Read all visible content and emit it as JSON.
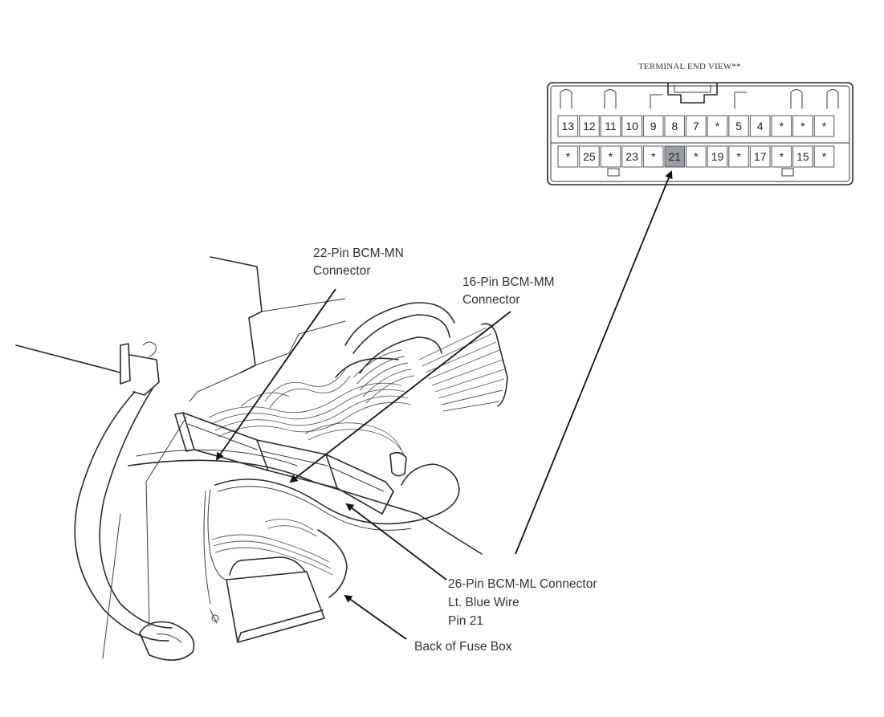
{
  "terminal_view": {
    "title": "TERMINAL END VIEW**",
    "highlight_pin": "21",
    "top_row": [
      "13",
      "12",
      "11",
      "10",
      "9",
      "8",
      "7",
      "*",
      "5",
      "4",
      "*",
      "*",
      "*"
    ],
    "bottom_row": [
      "*",
      "25",
      "*",
      "23",
      "*",
      "21",
      "*",
      "19",
      "*",
      "17",
      "*",
      "15",
      "*"
    ]
  },
  "callouts": {
    "bcm_mn": [
      "22-Pin BCM-MN",
      "Connector"
    ],
    "bcm_mm": [
      "16-Pin BCM-MM",
      "Connector"
    ],
    "bcm_ml": [
      "26-Pin BCM-ML Connector",
      "Lt. Blue Wire",
      "Pin 21"
    ],
    "fuse_box": "Back of Fuse Box"
  },
  "colors": {
    "line": "#2a2a2a",
    "text": "#333333",
    "highlight": "#9a9ea4"
  }
}
